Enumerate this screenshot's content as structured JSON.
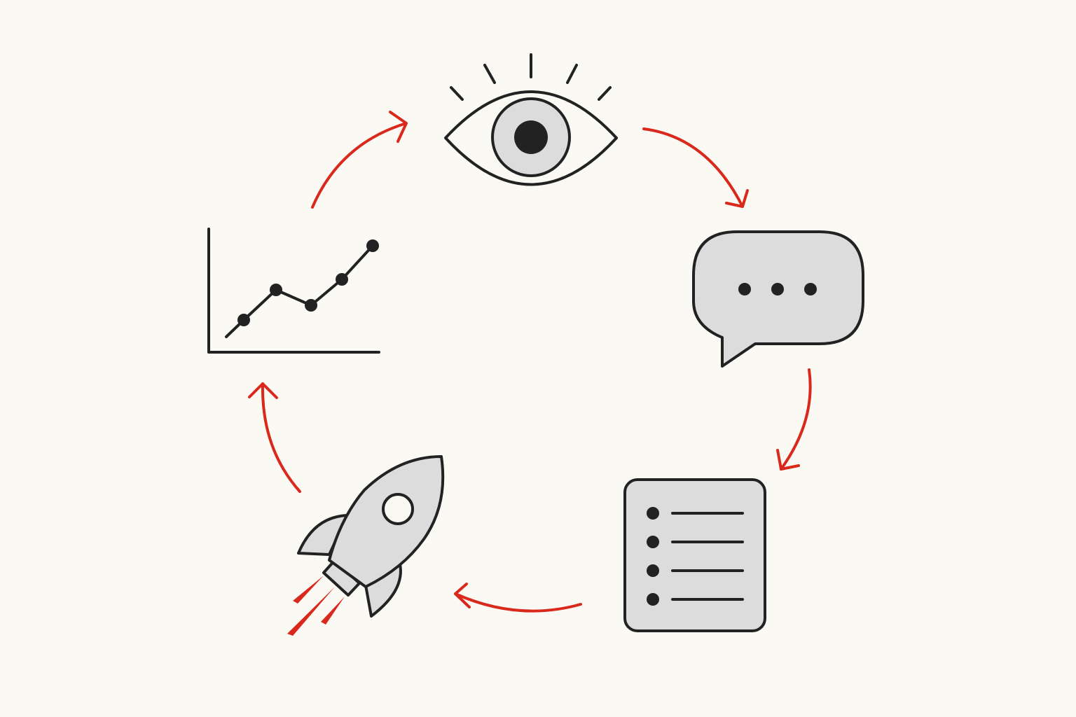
{
  "diagram": {
    "type": "cycle",
    "nodes": [
      {
        "id": "observe",
        "icon": "eye-icon"
      },
      {
        "id": "discuss",
        "icon": "speech-bubble-icon"
      },
      {
        "id": "plan",
        "icon": "checklist-icon"
      },
      {
        "id": "launch",
        "icon": "rocket-icon"
      },
      {
        "id": "measure",
        "icon": "line-chart-icon"
      }
    ],
    "edges": [
      {
        "from": "observe",
        "to": "discuss"
      },
      {
        "from": "discuss",
        "to": "plan"
      },
      {
        "from": "plan",
        "to": "launch"
      },
      {
        "from": "launch",
        "to": "measure"
      },
      {
        "from": "measure",
        "to": "observe"
      }
    ]
  },
  "colors": {
    "background": "#fbf9f4",
    "dark": "#222222",
    "light": "#dcdcdc",
    "accent": "#d9291c"
  }
}
